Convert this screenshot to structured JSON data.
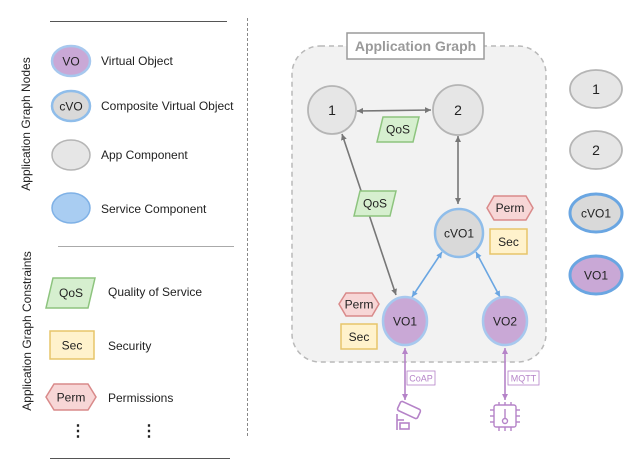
{
  "legend": {
    "nodes_title": "Application Graph Nodes",
    "constraints_title": "Application Graph Constraints",
    "node_items": [
      {
        "badge": "VO",
        "label": "Virtual Object"
      },
      {
        "badge": "cVO",
        "label": "Composite Virtual Object"
      },
      {
        "badge": "",
        "label": "App Component"
      },
      {
        "badge": "",
        "label": "Service Component"
      }
    ],
    "constraint_items": [
      {
        "badge": "QoS",
        "label": "Quality of Service"
      },
      {
        "badge": "Sec",
        "label": "Security"
      },
      {
        "badge": "Perm",
        "label": "Permissions"
      }
    ],
    "ellipsis": "⋮"
  },
  "graph": {
    "title": "Application Graph",
    "nodes": {
      "n1": "1",
      "n2": "2",
      "cvo1": "cVO1",
      "vo1": "VO1",
      "vo2": "VO2"
    },
    "constraints": {
      "qos_top": "QoS",
      "qos_mid": "QoS",
      "perm_cvo": "Perm",
      "sec_cvo": "Sec",
      "perm_vo": "Perm",
      "sec_vo": "Sec"
    },
    "protocols": {
      "coap": "CoAP",
      "mqtt": "MQTT"
    },
    "devices": {
      "camera": "camera-icon",
      "sensor": "temperature-sensor-icon"
    }
  },
  "right_nodes": [
    "1",
    "2",
    "cVO1",
    "VO1"
  ],
  "colors": {
    "vo_fill": "#c9a8d6",
    "vo_stroke": "#a7c8ee",
    "cvo_fill": "#d9d9d9",
    "cvo_stroke": "#8fbdea",
    "app_fill": "#e6e6e6",
    "app_stroke": "#b5b5b5",
    "service_fill": "#a9cdf2",
    "service_stroke": "#7fb1e6",
    "qos_fill": "#d6efcf",
    "qos_stroke": "#8dc47e",
    "sec_fill": "#fff2cc",
    "sec_stroke": "#e7c56a",
    "perm_fill": "#f7d6d6",
    "perm_stroke": "#d98a8a",
    "device": "#b583c8"
  }
}
